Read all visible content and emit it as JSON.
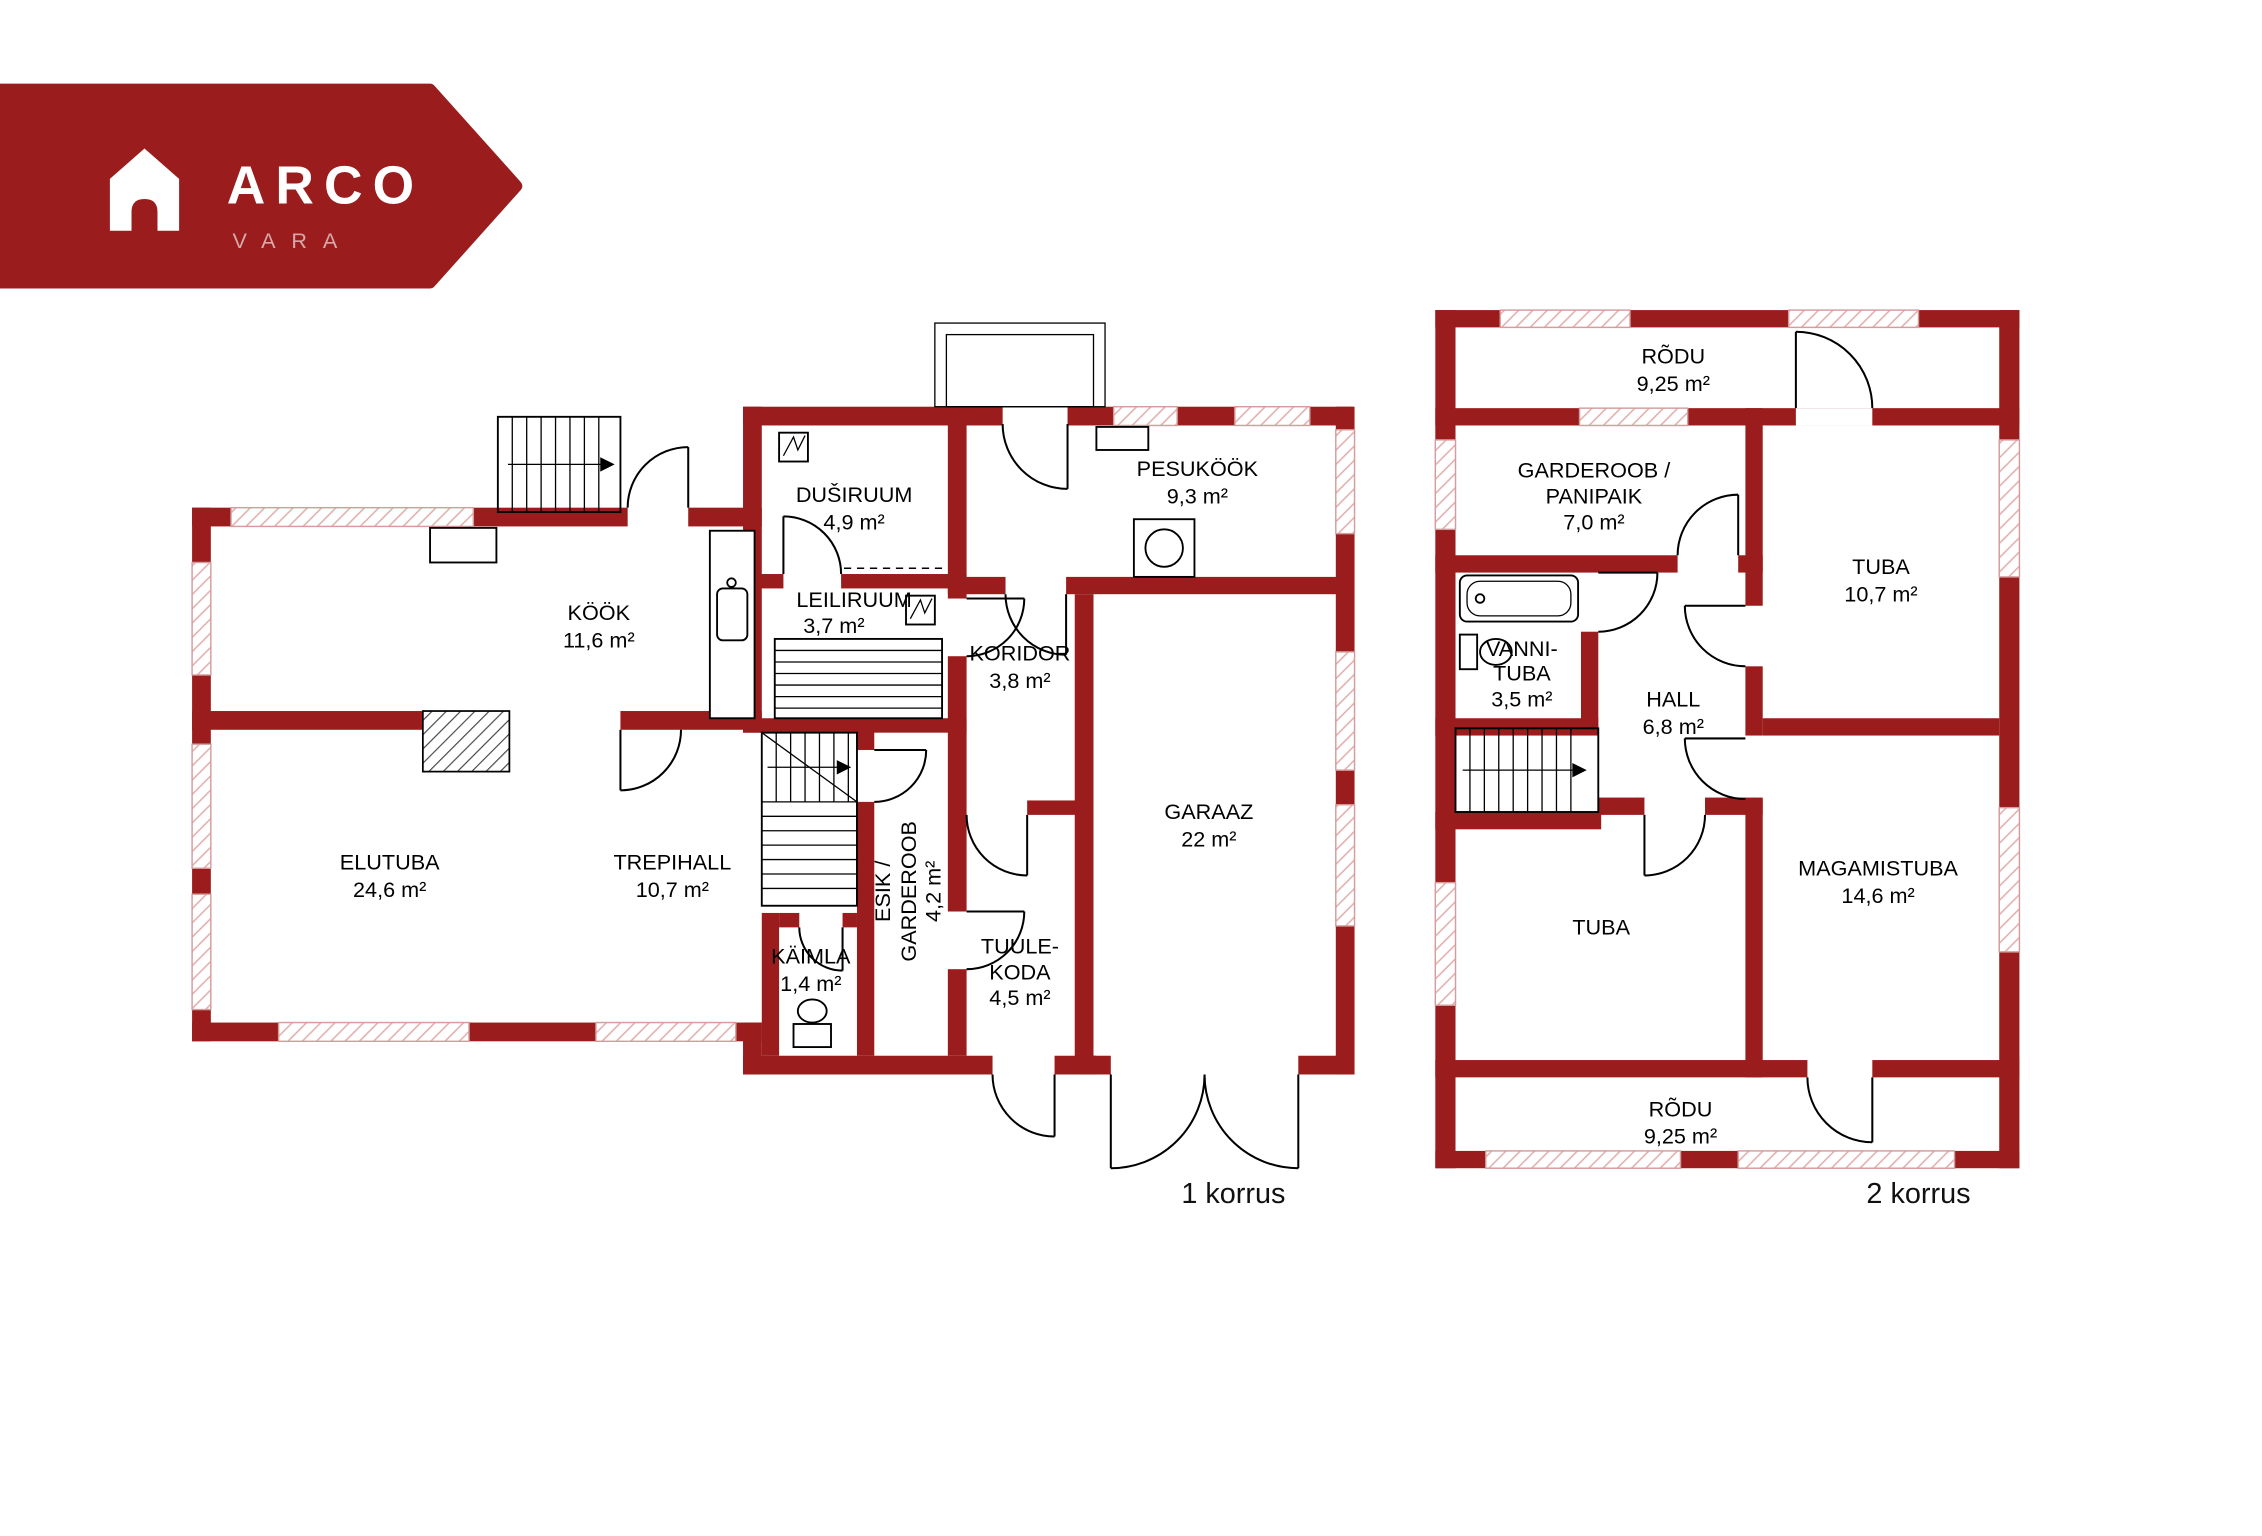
{
  "colors": {
    "brand_red": "#9a1c1c",
    "wall_red": "#9a1c1c",
    "window_pink": "#d49c9c",
    "text": "#000000"
  },
  "logo": {
    "brand": "ARCO",
    "sub": "VARA"
  },
  "floor1": {
    "caption": "1 korrus",
    "rooms": {
      "dusiruum": {
        "name": "DUŠIRUUM",
        "area": "4,9 m²"
      },
      "pesukook": {
        "name": "PESUKÖÖK",
        "area": "9,3 m²"
      },
      "kook": {
        "name": "KÖÖK",
        "area": "11,6 m²"
      },
      "leiliruum": {
        "name": "LEILIRUUM",
        "area": "3,7 m²"
      },
      "koridor": {
        "name": "KORIDOR",
        "area": "3,8 m²"
      },
      "garaaz": {
        "name": "GARAAZ",
        "area": "22 m²"
      },
      "elutuba": {
        "name": "ELUTUBA",
        "area": "24,6 m²"
      },
      "trepihall": {
        "name": "TREPIHALL",
        "area": "10,7 m²"
      },
      "esik": {
        "name_line1": "ESIK /",
        "name_line2": "GARDEROOB",
        "area": "4,2 m²"
      },
      "kaimla": {
        "name": "KÄIMLA",
        "area": "1,4 m²"
      },
      "tuulekoda": {
        "name_line1": "TUULE-",
        "name_line2": "KODA",
        "area": "4,5 m²"
      }
    }
  },
  "floor2": {
    "caption": "2 korrus",
    "rooms": {
      "rodu_top": {
        "name": "RÕDU",
        "area": "9,25 m²"
      },
      "garderoob": {
        "name_line1": "GARDEROOB /",
        "name_line2": "PANIPAIK",
        "area": "7,0 m²"
      },
      "tuba_top": {
        "name": "TUBA",
        "area": "10,7 m²"
      },
      "vannituba": {
        "name_line1": "VANNI-",
        "name_line2": "TUBA",
        "area": "3,5 m²"
      },
      "hall": {
        "name": "HALL",
        "area": "6,8 m²"
      },
      "magamistuba": {
        "name": "MAGAMISTUBA",
        "area": "14,6 m²"
      },
      "tuba_bottom": {
        "name": "TUBA"
      },
      "rodu_bottom": {
        "name": "RÕDU",
        "area": "9,25 m²"
      }
    }
  }
}
